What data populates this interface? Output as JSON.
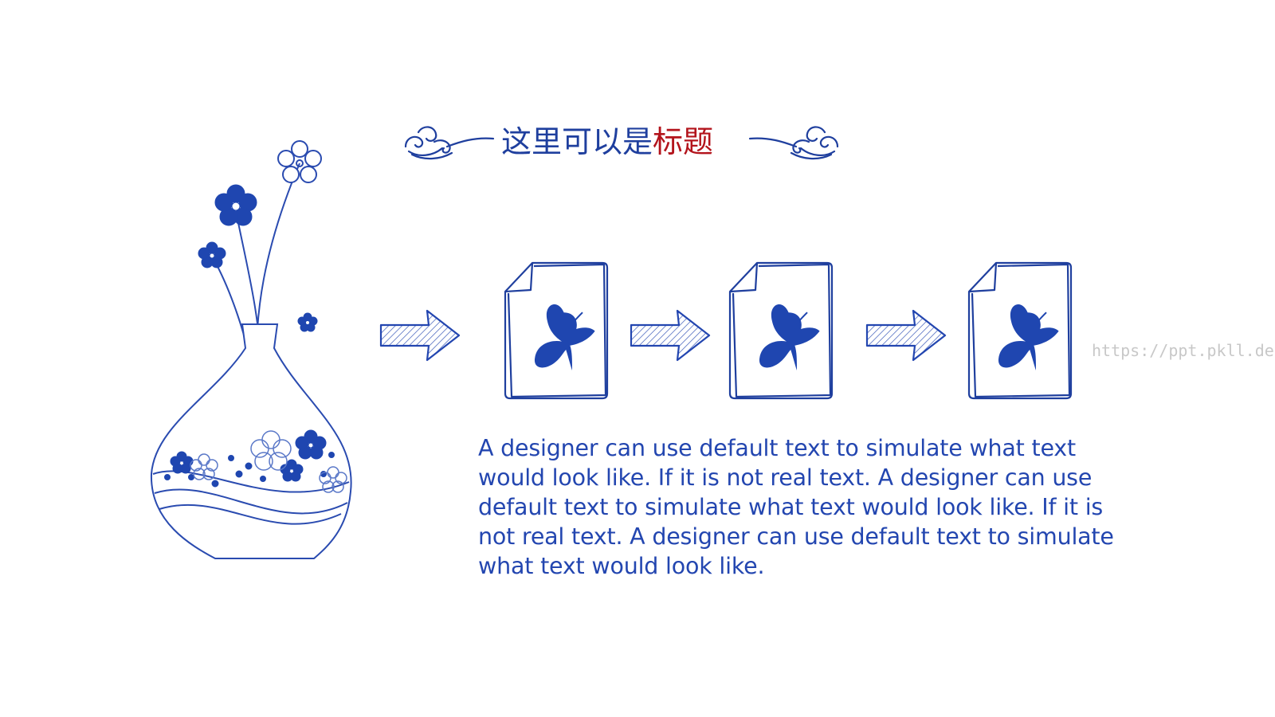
{
  "slide": {
    "title_main": "这里可以是",
    "title_accent": "标题",
    "body": "A designer can use default text to simulate what text would look like. If it is not real text. A designer can use default text to simulate what text would look like. If it is not real text. A designer can use default text to simulate what text would look like.",
    "watermark": "https://ppt.pkll.de"
  },
  "icons": {
    "ornament": "cloud-scroll-ornament-icon",
    "vase": "porcelain-vase-icon",
    "arrow": "sketch-arrow-right-icon",
    "document": "butterfly-document-icon"
  },
  "colors": {
    "primary_blue": "#1f3f9e",
    "text_blue": "#2346b0",
    "accent_red": "#b3141c",
    "watermark_gray": "#c8c8c8"
  }
}
